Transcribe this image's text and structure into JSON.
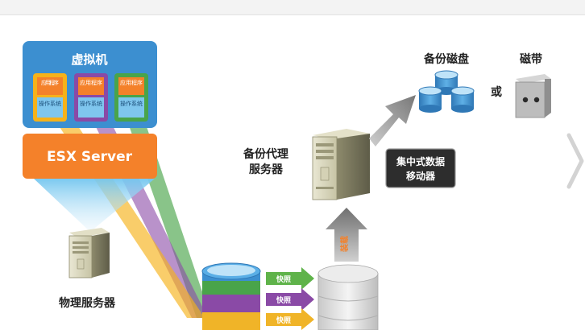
{
  "vm_group": {
    "title": "虚拟机",
    "vms": [
      {
        "app": "应用程序",
        "os": "操作系统",
        "color": "#f6b21a"
      },
      {
        "app": "应用程序",
        "os": "操作系统",
        "color": "#8a4aa6"
      },
      {
        "app": "应用程序",
        "os": "操作系统",
        "color": "#49a44a"
      }
    ]
  },
  "esx_server": {
    "label": "ESX Server"
  },
  "physical_server": {
    "label": "物理服务器"
  },
  "backup_proxy": {
    "label_line1": "备份代理",
    "label_line2": "服务器"
  },
  "data_mover": {
    "label_line1": "集中式数据",
    "label_line2": "移动器"
  },
  "load_arrow": {
    "label": "装载"
  },
  "snapshots": [
    {
      "label": "快照",
      "color": "#5fb34a"
    },
    {
      "label": "快照",
      "color": "#8a4aa6"
    },
    {
      "label": "快照",
      "color": "#f0b428"
    }
  ],
  "backup_disk": {
    "label": "备份磁盘"
  },
  "or_text": "或",
  "tape": {
    "label": "磁带"
  },
  "colors": {
    "accent_blue": "#3c8fd0",
    "esx_orange": "#f4812a",
    "dark_box": "#2d2d2d"
  }
}
